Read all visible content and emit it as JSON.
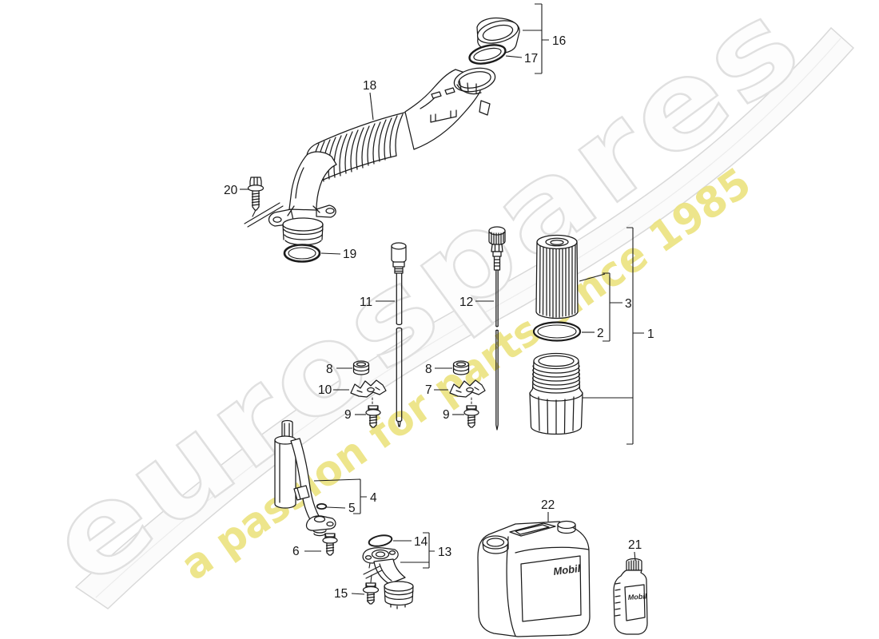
{
  "watermark": {
    "brand": "eurospares",
    "tagline": "a passion for parts since 1985",
    "brand_outline_color": "#e0e0e0",
    "brand_fill_color": "#fdfdfd",
    "tagline_color": "#ece37f",
    "swoosh_edge_color": "#d9d9d9",
    "swoosh_fill_color": "#fbfbfb"
  },
  "products": {
    "canister_label": "Mobil",
    "bottle_label": "Mobil"
  },
  "callouts": {
    "c1": "1",
    "c2": "2",
    "c3": "3",
    "c4": "4",
    "c5": "5",
    "c6": "6",
    "c7": "7",
    "c8a": "8",
    "c8b": "8",
    "c9a": "9",
    "c9b": "9",
    "c10": "10",
    "c11": "11",
    "c12": "12",
    "c13": "13",
    "c14": "14",
    "c15": "15",
    "c16": "16",
    "c17": "17",
    "c18": "18",
    "c19": "19",
    "c20": "20",
    "c21": "21",
    "c22": "22"
  }
}
